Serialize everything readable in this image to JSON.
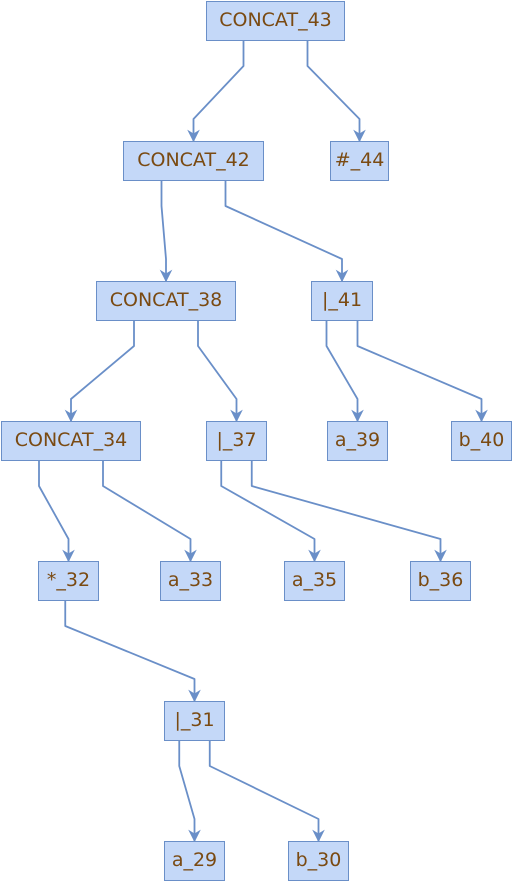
{
  "nodes": [
    {
      "id": "concat43",
      "label": "CONCAT_43"
    },
    {
      "id": "concat42",
      "label": "CONCAT_42"
    },
    {
      "id": "hash44",
      "label": "#_44"
    },
    {
      "id": "concat38",
      "label": "CONCAT_38"
    },
    {
      "id": "or41",
      "label": "|_41"
    },
    {
      "id": "concat34",
      "label": "CONCAT_34"
    },
    {
      "id": "or37",
      "label": "|_37"
    },
    {
      "id": "a39",
      "label": "a_39"
    },
    {
      "id": "b40",
      "label": "b_40"
    },
    {
      "id": "star32",
      "label": "*_32"
    },
    {
      "id": "a33",
      "label": "a_33"
    },
    {
      "id": "a35",
      "label": "a_35"
    },
    {
      "id": "b36",
      "label": "b_36"
    },
    {
      "id": "or31",
      "label": "|_31"
    },
    {
      "id": "a29",
      "label": "a_29"
    },
    {
      "id": "b30",
      "label": "b_30"
    }
  ],
  "edges": [
    [
      "concat43",
      "concat42"
    ],
    [
      "concat43",
      "hash44"
    ],
    [
      "concat42",
      "concat38"
    ],
    [
      "concat42",
      "or41"
    ],
    [
      "concat38",
      "concat34"
    ],
    [
      "concat38",
      "or37"
    ],
    [
      "or41",
      "a39"
    ],
    [
      "or41",
      "b40"
    ],
    [
      "concat34",
      "star32"
    ],
    [
      "concat34",
      "a33"
    ],
    [
      "or37",
      "a35"
    ],
    [
      "or37",
      "b36"
    ],
    [
      "star32",
      "or31"
    ],
    [
      "or31",
      "a29"
    ],
    [
      "or31",
      "b30"
    ]
  ],
  "colors": {
    "node_fill": "#c4d8f8",
    "node_border": "#6a8fc8",
    "edge": "#6a8fc8",
    "text": "#7a4a12"
  }
}
